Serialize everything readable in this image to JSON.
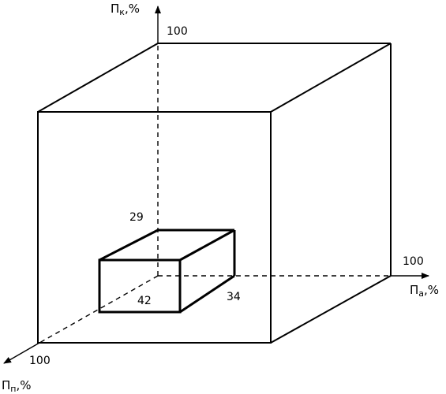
{
  "axes": {
    "vertical": {
      "symbol": "П",
      "subscript": "к",
      "unit": ",%",
      "max_label": "100"
    },
    "right": {
      "symbol": "П",
      "subscript": "а",
      "unit": ",%",
      "max_label": "100"
    },
    "front": {
      "symbol": "П",
      "subscript": "п",
      "unit": ",%",
      "max_label": "100"
    }
  },
  "inner_box": {
    "height_label": "29",
    "front_label": "42",
    "right_label": "34"
  },
  "colors": {
    "stroke": "#000000",
    "background": "#ffffff"
  }
}
